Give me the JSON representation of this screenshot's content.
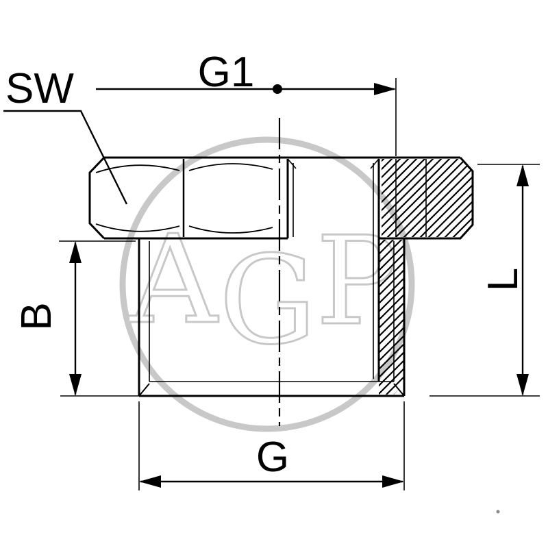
{
  "drawing": {
    "type": "technical-drawing-pipe-reducing-bush",
    "labels": {
      "width_across_flats": "SW",
      "female_thread": "G1",
      "lower_thread_length": "B",
      "total_length": "L",
      "male_thread": "G"
    },
    "watermark": {
      "letters": [
        "A",
        "G",
        "P"
      ]
    },
    "colors": {
      "line": "#000000",
      "watermark": "#c8c8c8",
      "background": "#ffffff"
    }
  }
}
